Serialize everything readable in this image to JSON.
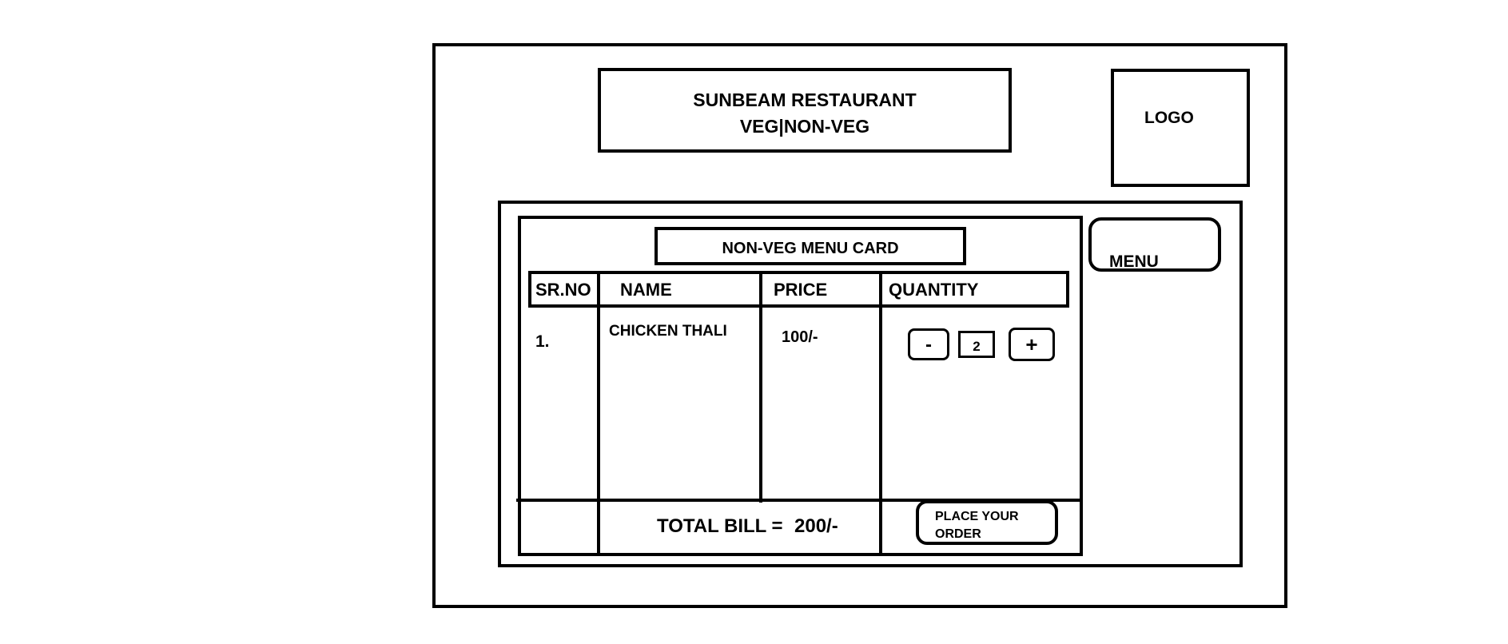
{
  "header": {
    "restaurant_name": "SUNBEAM RESTAURANT",
    "category": "VEG|NON-VEG",
    "logo_label": "LOGO"
  },
  "sidebar": {
    "menu_label": "MENU"
  },
  "menu_card": {
    "title": "NON-VEG MENU CARD",
    "columns": [
      "SR.NO",
      "NAME",
      "PRICE",
      "QUANTITY"
    ],
    "rows": [
      {
        "sr_no": "1.",
        "name": "CHICKEN THALI",
        "price": "100/-",
        "quantity": "2",
        "minus_label": "-",
        "plus_label": "+"
      }
    ],
    "total_bill_label": "TOTAL BILL =",
    "total_bill_value": "200/-",
    "place_order_label": "PLACE YOUR ORDER"
  }
}
